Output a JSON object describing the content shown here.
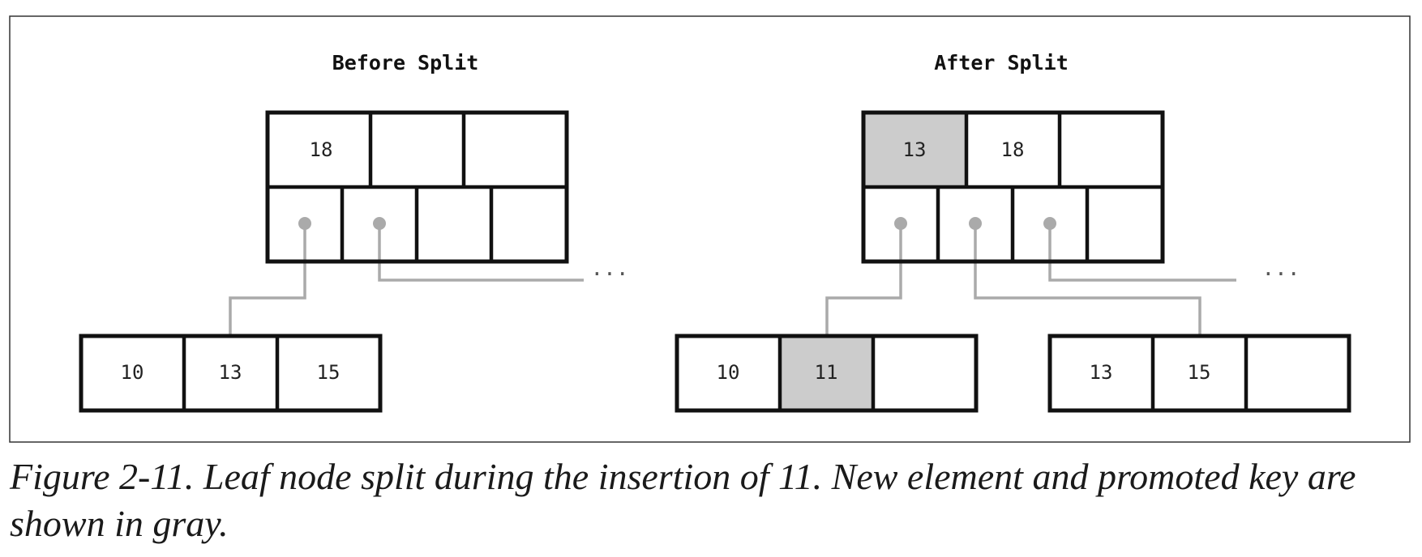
{
  "colors": {
    "highlight": "#cccccc",
    "cell": "#ffffff",
    "stroke": "#111111",
    "connector": "#aaaaaa",
    "border": "#333333"
  },
  "panels": {
    "before": {
      "title": "Before Split",
      "ellipsis": "...",
      "internal_keys": [
        "18",
        "",
        ""
      ],
      "internal_highlight": [
        false,
        false,
        false
      ],
      "pointer_slots": 4,
      "pointers_shown": [
        true,
        true,
        false,
        false
      ],
      "leaves": [
        {
          "keys": [
            "10",
            "13",
            "15"
          ],
          "highlight": [
            false,
            false,
            false
          ]
        }
      ]
    },
    "after": {
      "title": "After Split",
      "ellipsis": "...",
      "internal_keys": [
        "13",
        "18",
        ""
      ],
      "internal_highlight": [
        true,
        false,
        false
      ],
      "pointer_slots": 4,
      "pointers_shown": [
        true,
        true,
        true,
        false
      ],
      "leaves": [
        {
          "keys": [
            "10",
            "11",
            ""
          ],
          "highlight": [
            false,
            true,
            false
          ]
        },
        {
          "keys": [
            "13",
            "15",
            ""
          ],
          "highlight": [
            false,
            false,
            false
          ]
        }
      ]
    }
  },
  "caption": "Figure 2-11. Leaf node split during the insertion of 11. New element and promoted key are shown in gray."
}
